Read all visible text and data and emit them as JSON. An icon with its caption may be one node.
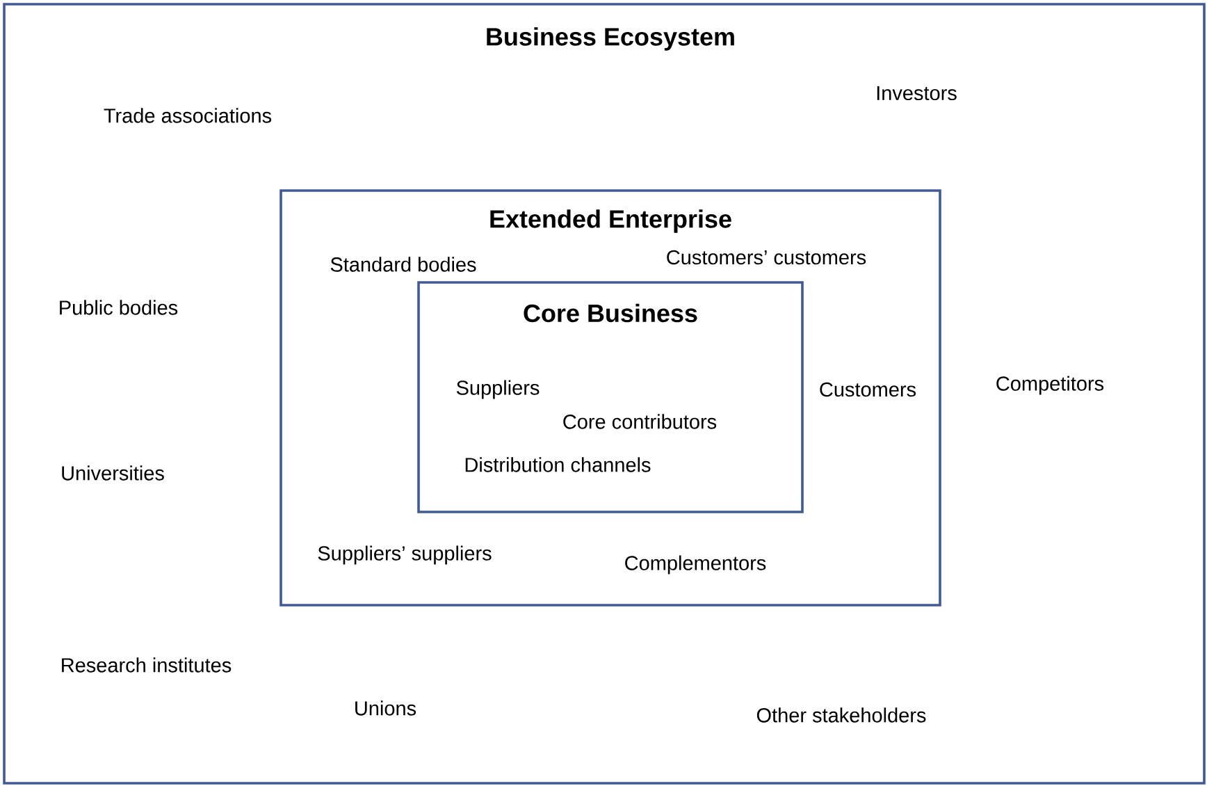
{
  "diagram": {
    "nodes": [
      {
        "text": [
          "Business Ecosystem",
          "Trade associations",
          "Investors",
          "Public bodies",
          "Competitors",
          "Universities",
          "Research institutes",
          "Unions",
          "Other stakeholders"
        ]
      },
      {
        "text": [
          "Extended Enterprise",
          "Standard bodies",
          "Customers’ customers",
          "Customers",
          "Suppliers’ suppliers",
          "Complementors"
        ],
        "in": 0
      },
      {
        "text": [
          "Core Business",
          "Suppliers",
          "Core contributors",
          "Distribution channels"
        ],
        "in": 1
      }
    ]
  }
}
